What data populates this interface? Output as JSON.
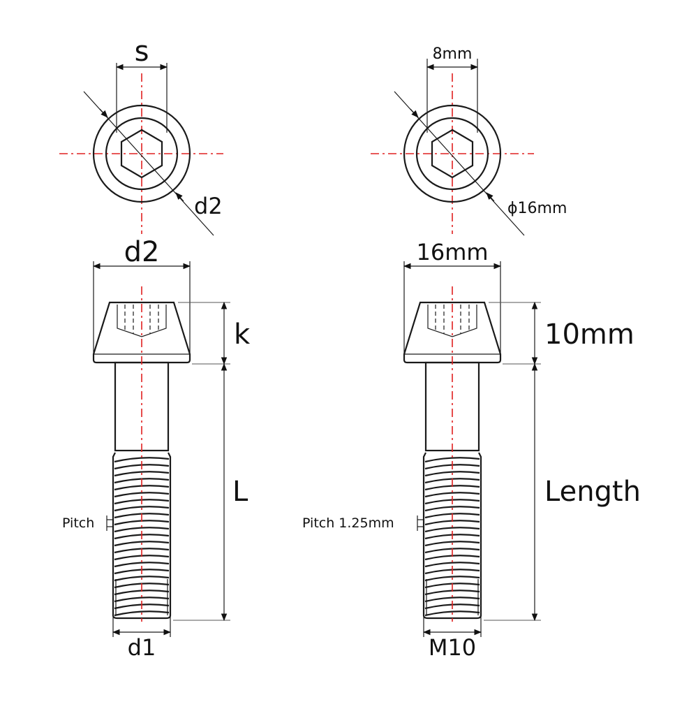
{
  "generic": {
    "hex_size_label": "s",
    "head_diameter_top_label": "d2",
    "head_diameter_label": "d2",
    "head_height_label": "k",
    "length_label": "L",
    "pitch_label": "Pitch",
    "thread_diameter_label": "d1"
  },
  "specific": {
    "hex_size_label": "8mm",
    "head_diameter_top_label": "ϕ16mm",
    "head_diameter_label": "16mm",
    "head_height_label": "10mm",
    "length_label": "Length",
    "pitch_label": "Pitch 1.25mm",
    "thread_diameter_label": "M10"
  },
  "colors": {
    "outline": "#1a1a1a",
    "center_axis": "#e02020",
    "background": "#ffffff"
  }
}
